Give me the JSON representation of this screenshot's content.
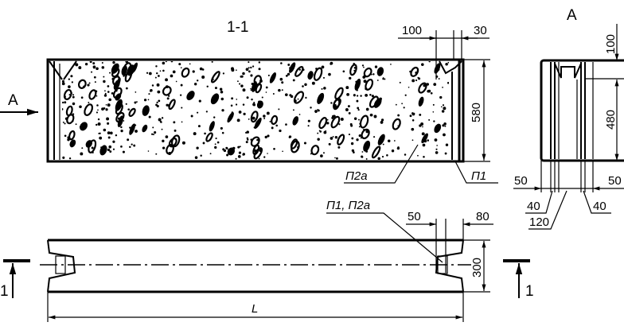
{
  "section_view": {
    "title": "1-1",
    "view_arrow_label": "A",
    "dim_top_left": "100",
    "dim_top_right": "30",
    "dim_height": "580",
    "label_p2a": "П2а",
    "label_p1": "П1"
  },
  "end_view": {
    "title": "А",
    "dim_top": "100",
    "dim_height": "480",
    "dim_left": "50",
    "dim_right": "50",
    "dim_40_left": "40",
    "dim_120": "120",
    "dim_40_right": "40"
  },
  "plan_view": {
    "label_parts": "П1, П2а",
    "dim_left": "50",
    "dim_right": "80",
    "dim_width": "300",
    "dim_length": "L",
    "section_mark_left": "1",
    "section_mark_right": "1"
  }
}
